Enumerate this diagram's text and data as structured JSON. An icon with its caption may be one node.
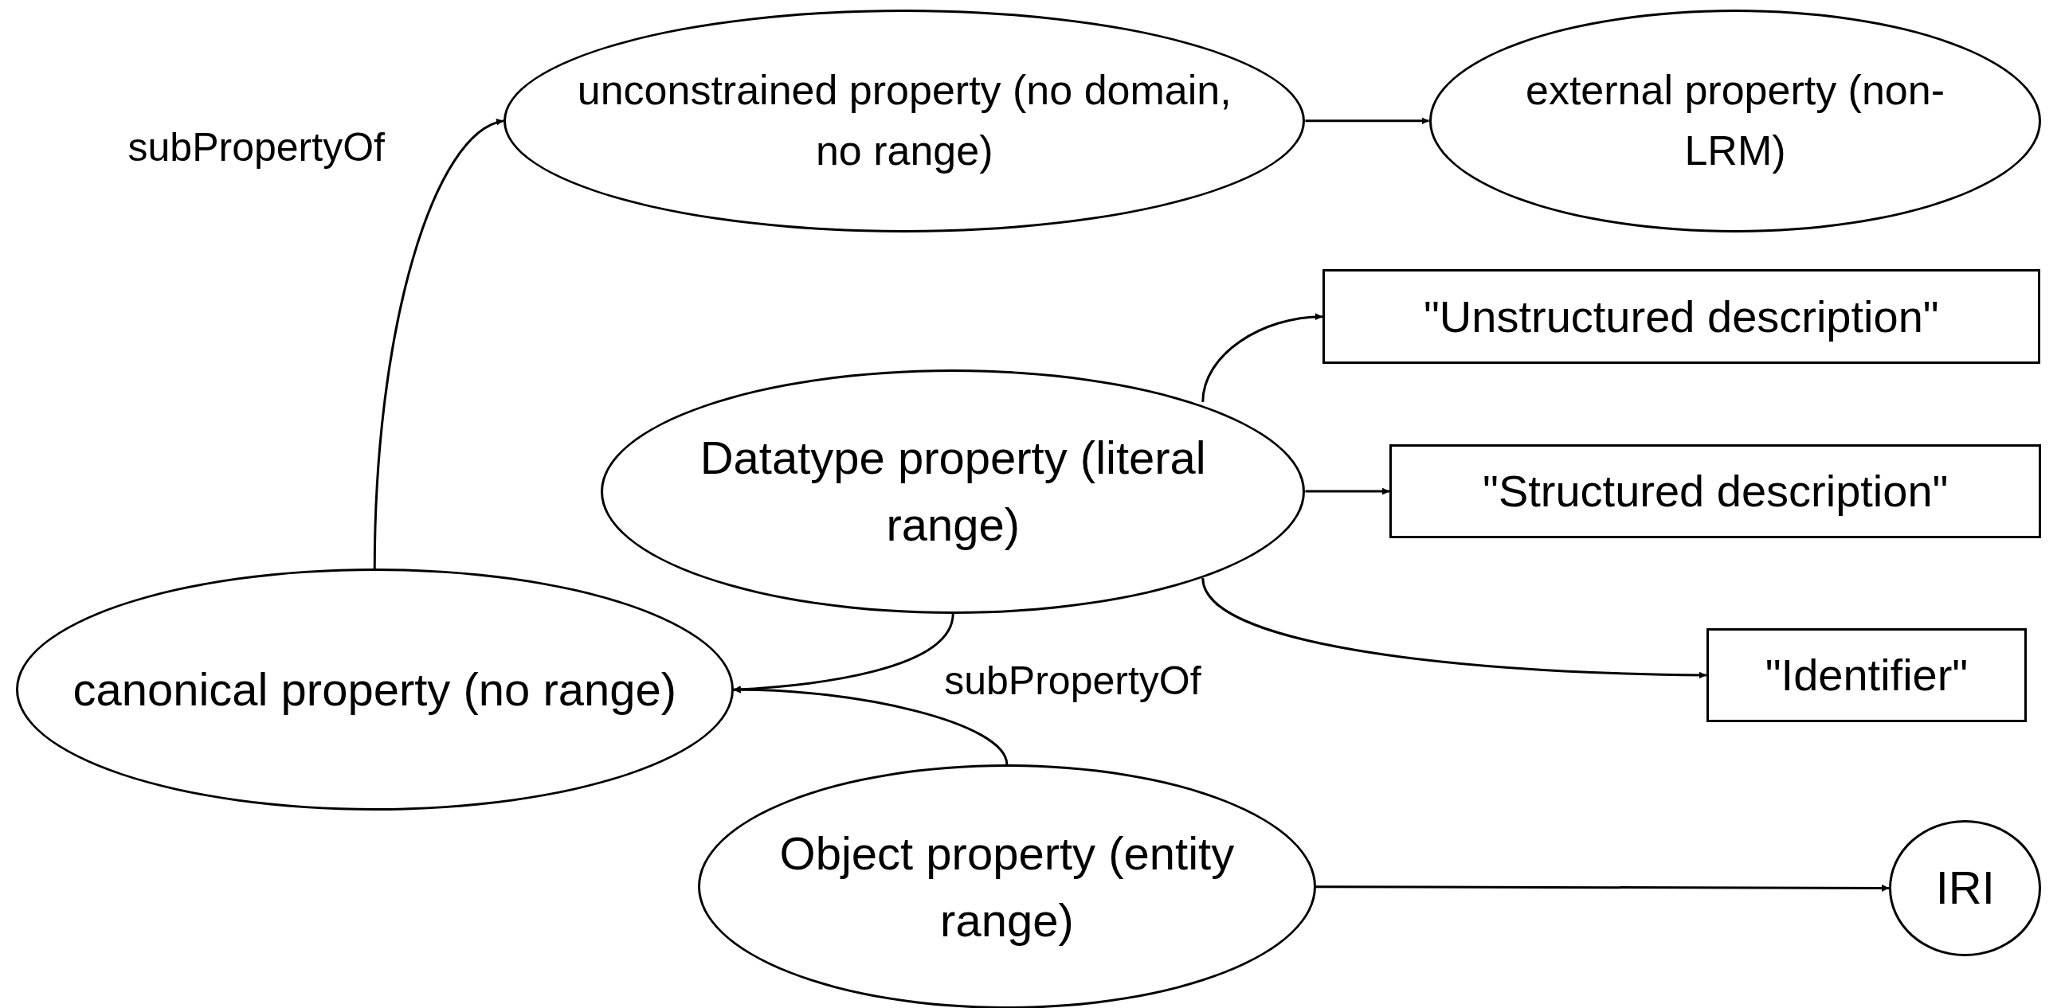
{
  "diagram": {
    "nodes": [
      {
        "text": [
          "unconstrained property (no domain, no range)"
        ]
      },
      {
        "text": [
          "external property (non-LRM)"
        ]
      },
      {
        "text": [
          "\"Unstructured description\""
        ]
      },
      {
        "text": [
          "Datatype property (literal range)"
        ]
      },
      {
        "text": [
          "\"Structured description\""
        ]
      },
      {
        "text": [
          "canonical property (no range)"
        ]
      },
      {
        "text": [
          "\"Identifier\""
        ]
      },
      {
        "text": [
          "Object property (entity range)"
        ]
      },
      {
        "text": [
          "IRI"
        ]
      }
    ],
    "edges": [
      {
        "from": 5,
        "to": 0,
        "arrow": "to",
        "label": "subPropertyOf"
      },
      {
        "from": 0,
        "to": 1,
        "arrow": "to"
      },
      {
        "from": 3,
        "to": 2,
        "arrow": "to"
      },
      {
        "from": 3,
        "to": 4,
        "arrow": "to"
      },
      {
        "from": 3,
        "to": 6,
        "arrow": "to"
      },
      {
        "from": 3,
        "to": 5,
        "arrow": "to"
      },
      {
        "from": 7,
        "to": 5,
        "arrow": "to",
        "label": "subPropertyOf"
      },
      {
        "from": 7,
        "to": 8,
        "arrow": "to"
      }
    ]
  }
}
